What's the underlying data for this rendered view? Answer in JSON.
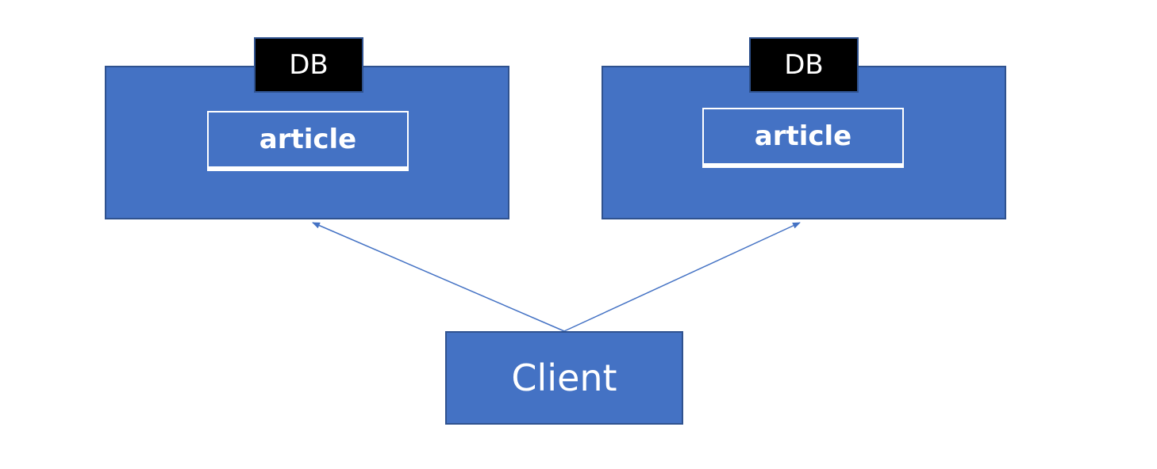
{
  "databases": [
    {
      "label": "DB",
      "table": "article"
    },
    {
      "label": "DB",
      "table": "article"
    }
  ],
  "client": {
    "label": "Client"
  },
  "colors": {
    "box_fill": "#4472C4",
    "box_border": "#2F528F",
    "label_fill": "#000000",
    "text": "#FFFFFF",
    "connector": "#4472C4"
  }
}
